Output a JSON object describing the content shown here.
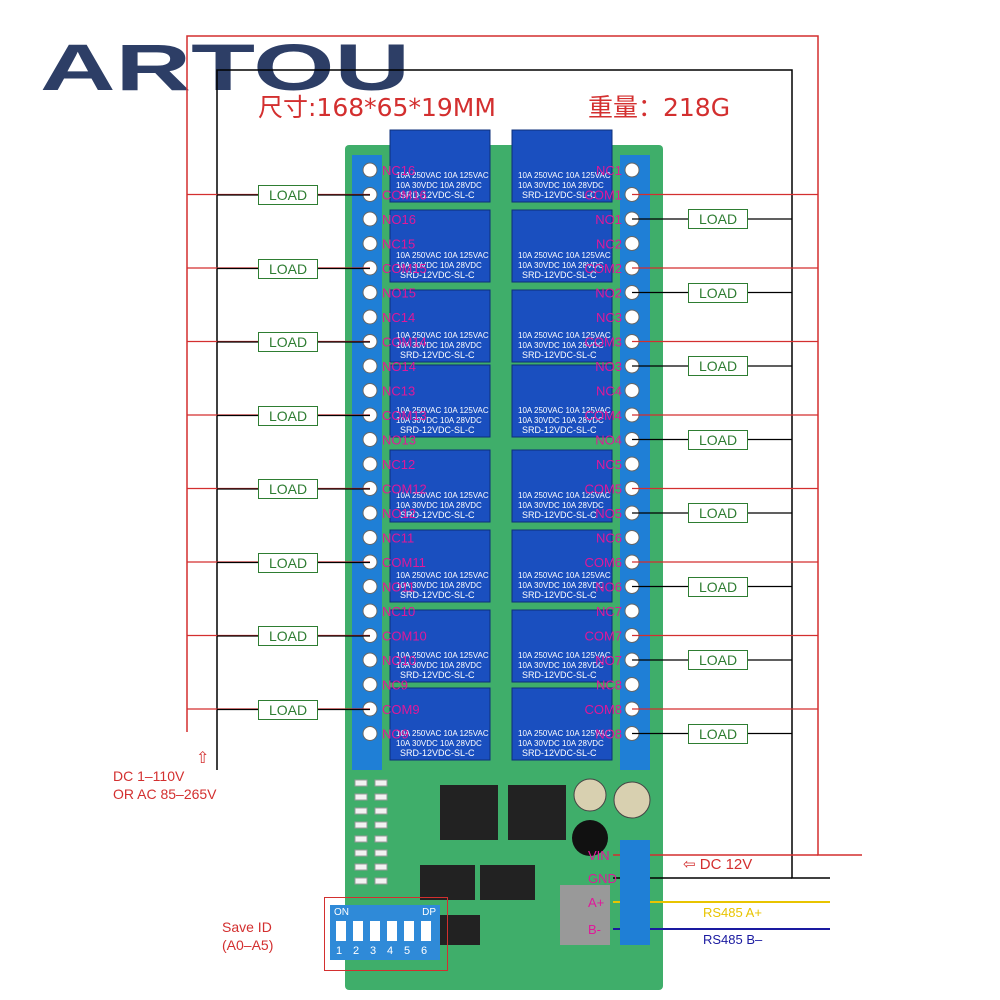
{
  "brand": {
    "logo_text": "ARTOU"
  },
  "specs": {
    "dimensions": "尺寸:168*65*19MM",
    "weight": "重量：218G"
  },
  "load_label": "LOAD",
  "left_terminals": [
    "NC16",
    "COM16",
    "NO16",
    "NC15",
    "COM15",
    "NO15",
    "NC14",
    "COM14",
    "NO14",
    "NC13",
    "COM13",
    "NO13",
    "NC12",
    "COM12",
    "NO12",
    "NC11",
    "COM11",
    "NO11",
    "NC10",
    "COM10",
    "NO10",
    "NC9",
    "COM9",
    "NO9"
  ],
  "right_terminals": [
    "NC1",
    "COM1",
    "NO1",
    "NC2",
    "COM2",
    "NO2",
    "NC3",
    "COM3",
    "NO3",
    "NC4",
    "COM4",
    "NO4",
    "NC5",
    "COM5",
    "NO5",
    "NC6",
    "COM6",
    "NO6",
    "NC7",
    "COM7",
    "NO7",
    "NC8",
    "COM8",
    "NO8"
  ],
  "relay_marking": {
    "model": "SRD-12VDC-SL-C",
    "rating_ac": "10A 250VAC  10A 125VAC",
    "rating_dc": "10A 30VDC  10A 28VDC"
  },
  "power_terminals": [
    "VIN",
    "GND",
    "A+",
    "B-"
  ],
  "annotations": {
    "load_supply_line1": "DC 1–110V",
    "load_supply_line2": "OR AC 85–265V",
    "dc_input": "⇦ DC 12V",
    "rs485_a": "RS485 A+",
    "rs485_b": "RS485 B–",
    "save_id_line1": "Save ID",
    "save_id_line2": "(A0–A5)"
  },
  "dip_switch": {
    "on_label": "ON",
    "dp_label": "DP",
    "numbers": [
      "1",
      "2",
      "3",
      "4",
      "5",
      "6"
    ]
  },
  "colors": {
    "logo": "#2d3e66",
    "accent_red": "#d32f2f",
    "pin_label": "#e0189a",
    "load_green": "#2e7d32",
    "pcb_green": "#3fae6a",
    "relay_blue": "#1a4fbf",
    "terminal_blue": "#1f7fd6",
    "rs485_a": "#e8c400",
    "rs485_b": "#1a1aa0"
  }
}
